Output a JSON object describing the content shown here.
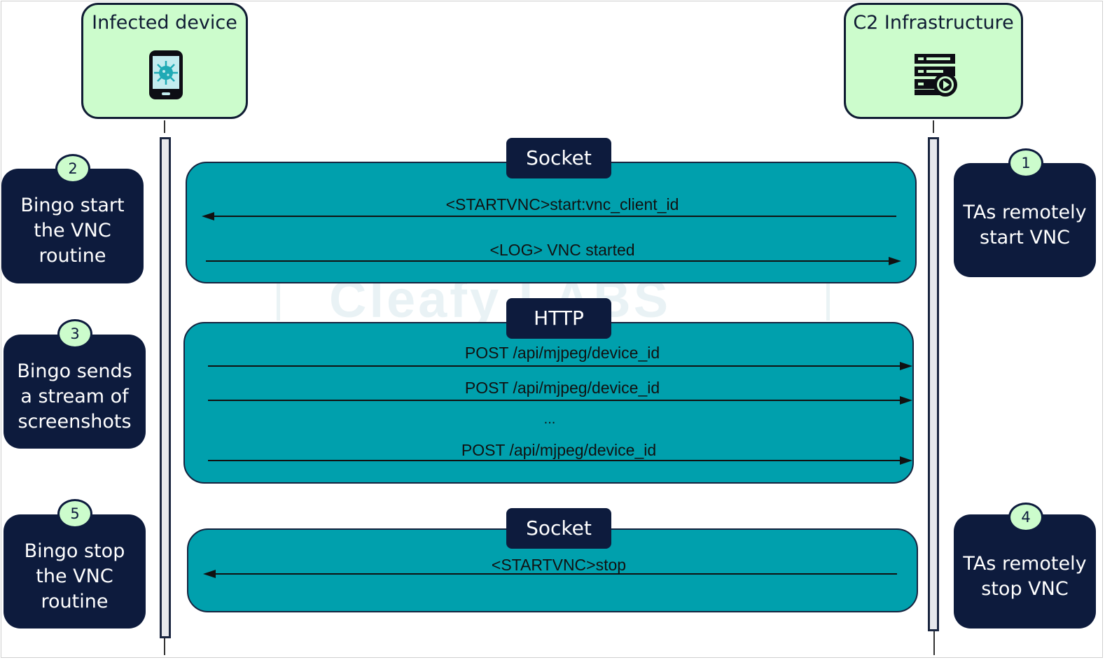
{
  "participants": {
    "device": {
      "title": "Infected device",
      "icon": "infected-phone-icon"
    },
    "c2": {
      "title": "C2 Infrastructure",
      "icon": "server-play-icon"
    }
  },
  "watermark": "Cleafy  LABS",
  "groups": {
    "socket_start": {
      "label": "Socket",
      "messages": [
        {
          "text": "<STARTVNC>start:vnc_client_id",
          "from": "C2 Infrastructure",
          "to": "Infected device"
        },
        {
          "text": "<LOG> VNC started",
          "from": "Infected device",
          "to": "C2 Infrastructure"
        }
      ]
    },
    "http": {
      "label": "HTTP",
      "messages": [
        {
          "text": "POST /api/mjpeg/device_id",
          "from": "Infected device",
          "to": "C2 Infrastructure"
        },
        {
          "text": "POST /api/mjpeg/device_id",
          "from": "Infected device",
          "to": "C2 Infrastructure"
        },
        {
          "text": "...",
          "from": "",
          "to": ""
        },
        {
          "text": "POST /api/mjpeg/device_id",
          "from": "Infected device",
          "to": "C2 Infrastructure"
        }
      ]
    },
    "socket_stop": {
      "label": "Socket",
      "messages": [
        {
          "text": "<STARTVNC>stop",
          "from": "C2 Infrastructure",
          "to": "Infected device"
        }
      ]
    }
  },
  "notes": {
    "step1": {
      "number": "1",
      "text": "TAs remotely start VNC"
    },
    "step2": {
      "number": "2",
      "text": "Bingo start the VNC routine"
    },
    "step3": {
      "number": "3",
      "text": "Bingo sends a stream of screenshots"
    },
    "step4": {
      "number": "4",
      "text": "TAs remotely stop VNC"
    },
    "step5": {
      "number": "5",
      "text": "Bingo stop the VNC routine"
    }
  },
  "colors": {
    "participant_fill": "#ccfccc",
    "navy": "#0d1b3d",
    "group_fill": "#00a0ad",
    "lifeline_fill": "#e6e8ec"
  }
}
